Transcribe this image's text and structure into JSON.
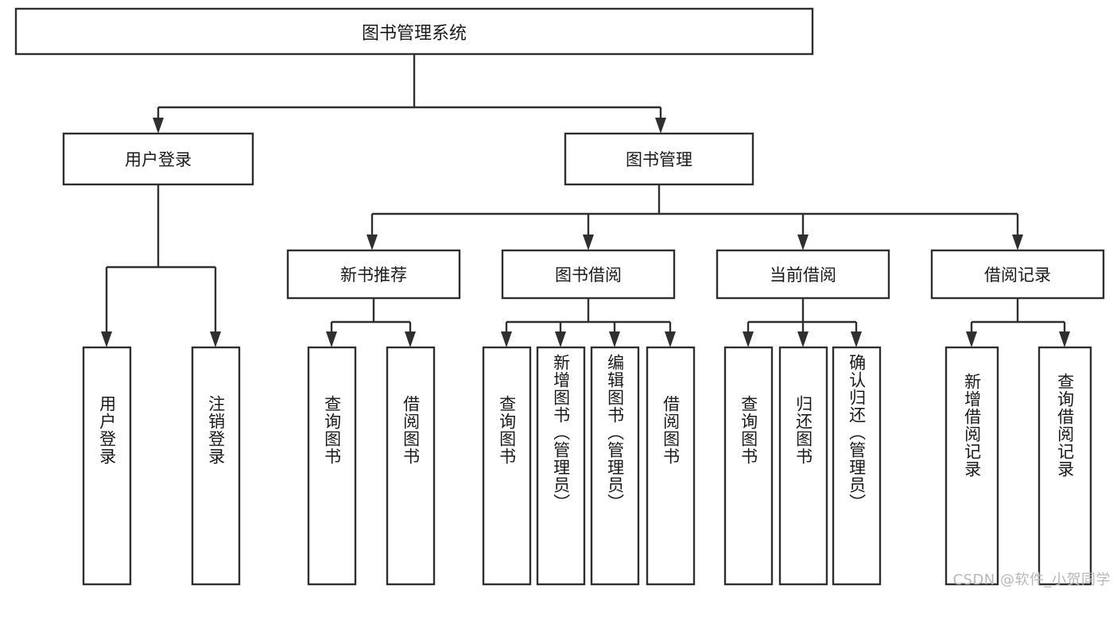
{
  "diagram": {
    "type": "tree",
    "title": "图书管理系统",
    "orientation": "top-down",
    "colors": {
      "box_stroke": "#2f2f2f",
      "box_fill": "#ffffff",
      "connector": "#2f2f2f",
      "text": "#1a1a1a",
      "background": "#ffffff",
      "watermark": "#b8b8b8"
    },
    "root": {
      "label": "图书管理系统"
    },
    "level1": [
      {
        "label": "用户登录"
      },
      {
        "label": "图书管理"
      }
    ],
    "level2": [
      {
        "label": "新书推荐"
      },
      {
        "label": "图书借阅"
      },
      {
        "label": "当前借阅"
      },
      {
        "label": "借阅记录"
      }
    ],
    "leaves": {
      "user_login": [
        {
          "label": "用户登录"
        },
        {
          "label": "注销登录"
        }
      ],
      "new_book_recommend": [
        {
          "label": "查询图书"
        },
        {
          "label": "借阅图书"
        }
      ],
      "book_borrow": [
        {
          "label": "查询图书"
        },
        {
          "label": "新增图书（管理员）"
        },
        {
          "label": "编辑图书（管理员）"
        },
        {
          "label": "借阅图书"
        }
      ],
      "current_borrow": [
        {
          "label": "查询图书"
        },
        {
          "label": "归还图书"
        },
        {
          "label": "确认归还（管理员）"
        }
      ],
      "borrow_record": [
        {
          "label": "新增借阅记录"
        },
        {
          "label": "查询借阅记录"
        }
      ]
    }
  },
  "watermark": {
    "text": "CSDN @软件_小贺同学"
  }
}
